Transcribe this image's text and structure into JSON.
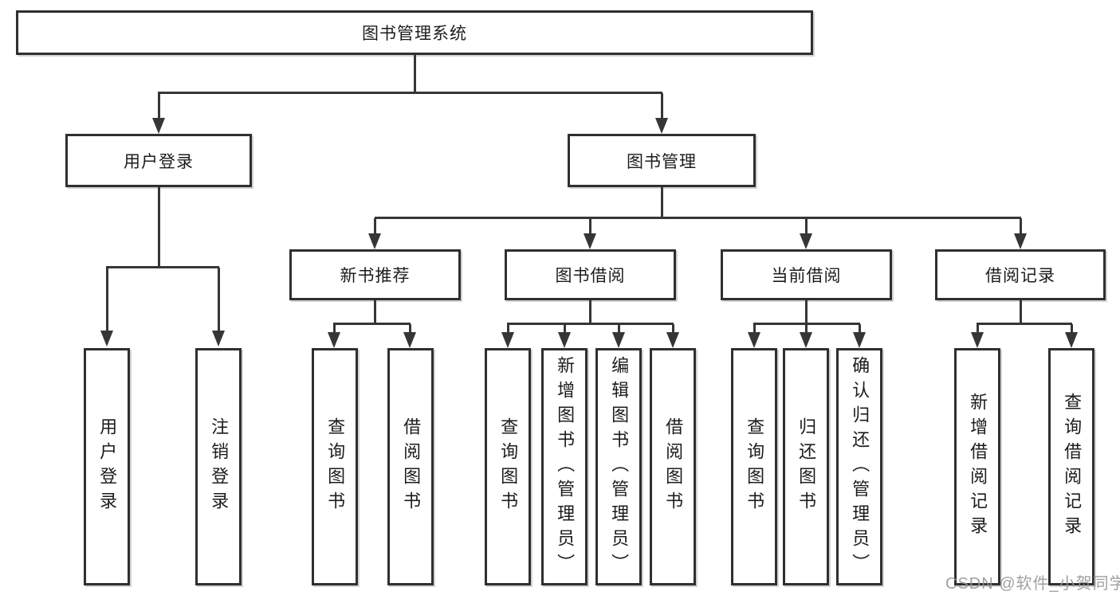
{
  "diagram": {
    "root": {
      "label": "图书管理系统"
    },
    "branches": [
      {
        "label": "用户登录",
        "children": [
          {
            "label": "用户登录"
          },
          {
            "label": "注销登录"
          }
        ]
      },
      {
        "label": "图书管理",
        "children": [
          {
            "label": "新书推荐",
            "children": [
              {
                "label": "查询图书"
              },
              {
                "label": "借阅图书"
              }
            ]
          },
          {
            "label": "图书借阅",
            "children": [
              {
                "label": "查询图书"
              },
              {
                "label": "新增图书（管理员）"
              },
              {
                "label": "编辑图书（管理员）"
              },
              {
                "label": "借阅图书"
              }
            ]
          },
          {
            "label": "当前借阅",
            "children": [
              {
                "label": "查询图书"
              },
              {
                "label": "归还图书"
              },
              {
                "label": "确认归还（管理员）"
              }
            ]
          },
          {
            "label": "借阅记录",
            "children": [
              {
                "label": "新增借阅记录"
              },
              {
                "label": "查询借阅记录"
              }
            ]
          }
        ]
      }
    ]
  },
  "colors": {
    "line": "#363636",
    "box_border": "#2f2f2f",
    "text": "#1c1c1e",
    "watermark": "#969696"
  },
  "watermark": {
    "text": "CSDN @软件_小贺同学"
  }
}
